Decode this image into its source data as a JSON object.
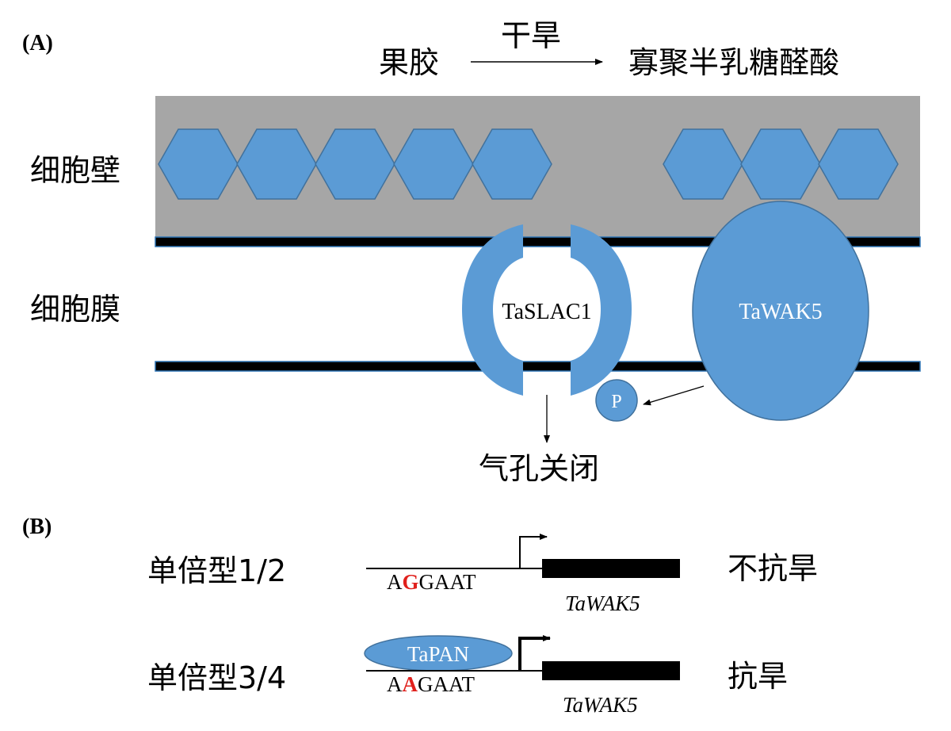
{
  "panel_a": {
    "label": "(A)",
    "pectin": "果胶",
    "process": "干旱",
    "product": "寡聚半乳糖醛酸",
    "cell_wall": "细胞壁",
    "cell_membrane": "细胞膜",
    "channel": "TaSLAC1",
    "kinase": "TaWAK5",
    "phosphate": "P",
    "outcome": "气孔关闭"
  },
  "panel_b": {
    "label": "(B)",
    "rows": [
      {
        "haplotype": "单倍型1/2",
        "seq_prefix": "A",
        "seq_snp": "G",
        "seq_suffix": "GAAT",
        "gene": "TaWAK5",
        "phenotype": "不抗旱"
      },
      {
        "haplotype": "单倍型3/4",
        "seq_prefix": "A",
        "seq_snp": "A",
        "seq_suffix": "GAAT",
        "gene": "TaWAK5",
        "phenotype": "抗旱",
        "binding_protein": "TaPAN"
      }
    ]
  },
  "colors": {
    "wall": "#a6a6a6",
    "shape_fill": "#5b9bd5",
    "shape_edge": "#41719c",
    "membrane": "#000000",
    "snp": "#e0201c"
  }
}
